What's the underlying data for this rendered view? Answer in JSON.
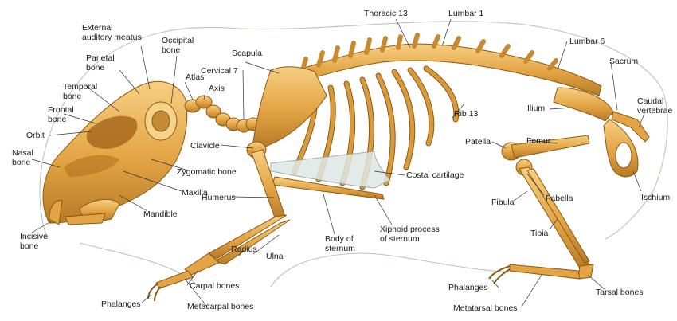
{
  "labels": {
    "external_auditory_meatus": "External\nauditory meatus",
    "occipital_bone": "Occipital\nbone",
    "parietal_bone": "Parietal\nbone",
    "temporal_bone": "Temporal\nbone",
    "frontal_bone": "Frontal\nbone",
    "orbit": "Orbit",
    "nasal_bone": "Nasal\nbone",
    "incisive_bone": "Incisive\nbone",
    "atlas": "Atlas",
    "axis": "Axis",
    "cervical_7": "Cervical 7",
    "scapula": "Scapula",
    "zygomatic_bone": "Zygomatic bone",
    "maxilla": "Maxilla",
    "mandible": "Mandible",
    "clavicle": "Clavicle",
    "humerus": "Humerus",
    "radius": "Radius",
    "ulna": "Ulna",
    "carpal_bones": "Carpal bones",
    "metacarpal_bones": "Metacarpal bones",
    "phalanges_front": "Phalanges",
    "body_of_sternum": "Body of\nsternum",
    "xiphoid_process": "Xiphoid process\nof sternum",
    "costal_cartilage": "Costal cartilage",
    "thoracic_13": "Thoracic 13",
    "lumbar_1": "Lumbar 1",
    "lumbar_6": "Lumbar 6",
    "rib_13": "Rib 13",
    "sacrum": "Sacrum",
    "ilium": "Ilium",
    "caudal_vertebrae": "Caudal\nvertebrae",
    "ischium": "Ischium",
    "femur": "Femur",
    "patella": "Patella",
    "fabella": "Fabella",
    "fibula": "Fibula",
    "tibia": "Tibia",
    "tarsal_bones": "Tarsal bones",
    "phalanges_hind": "Phalanges",
    "metatarsal_bones": "Metatarsal bones"
  },
  "colors": {
    "bone_light": "#f6cf82",
    "bone_mid": "#e3a444",
    "bone_dark": "#a96b1c",
    "cartilage": "#dfe8e4",
    "body_outline": "#c9bfb6"
  }
}
